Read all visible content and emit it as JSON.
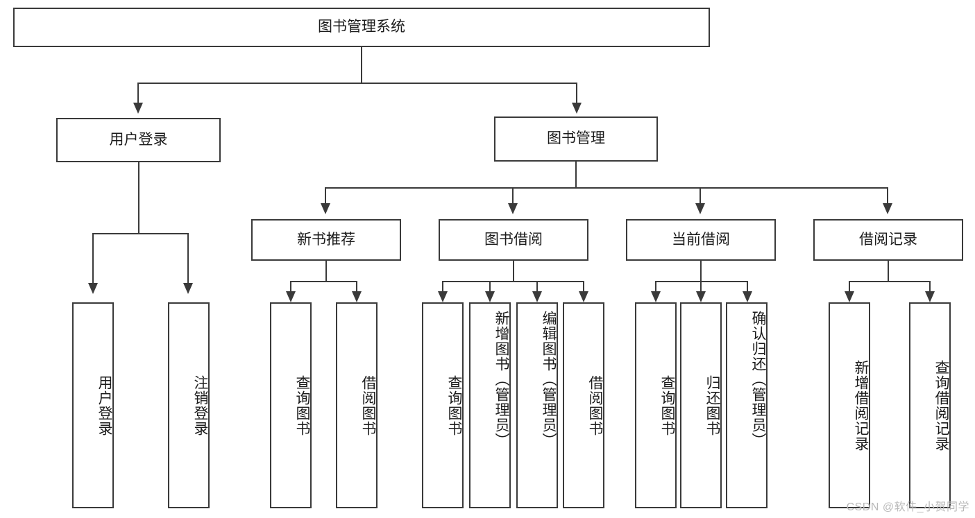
{
  "diagram": {
    "title": "图书管理系统",
    "watermark": "CSDN @软件_小贺同学",
    "line_color": "#3a3a3a",
    "text_color": "#1b1b1b",
    "background": "#ffffff",
    "root": {
      "label": "图书管理系统"
    },
    "level2": [
      {
        "label": "用户登录"
      },
      {
        "label": "图书管理"
      }
    ],
    "level3": [
      {
        "label": "新书推荐"
      },
      {
        "label": "图书借阅"
      },
      {
        "label": "当前借阅"
      },
      {
        "label": "借阅记录"
      }
    ],
    "leaves": {
      "user_login": [
        {
          "label": "用户登录"
        },
        {
          "label": "注销登录"
        }
      ],
      "new_book_recommend": [
        {
          "label": "查询图书"
        },
        {
          "label": "借阅图书"
        }
      ],
      "book_borrow": [
        {
          "label": "查询图书"
        },
        {
          "label": "新增图书（管理员）"
        },
        {
          "label": "编辑图书（管理员）"
        },
        {
          "label": "借阅图书"
        }
      ],
      "current_borrow": [
        {
          "label": "查询图书"
        },
        {
          "label": "归还图书"
        },
        {
          "label": "确认归还（管理员）"
        }
      ],
      "borrow_record": [
        {
          "label": "新增借阅记录"
        },
        {
          "label": "查询借阅记录"
        }
      ]
    }
  }
}
